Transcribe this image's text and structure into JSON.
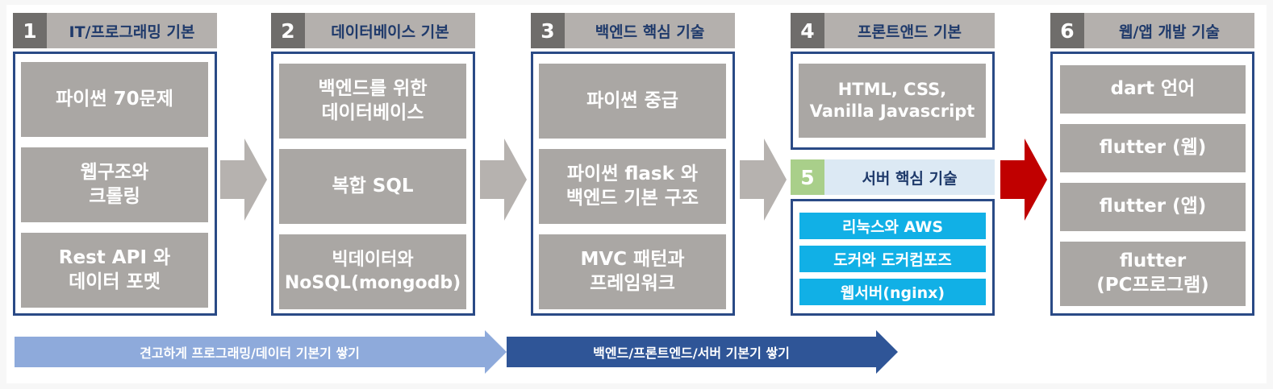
{
  "stages": [
    {
      "num": "1",
      "title": "IT/프로그래밍 기본",
      "cards": [
        "파이썬 70문제",
        "웹구조와\n크롤링",
        "Rest API 와\n데이터 포멧"
      ]
    },
    {
      "num": "2",
      "title": "데이터베이스 기본",
      "cards": [
        "백엔드를 위한\n데이터베이스",
        "복합 SQL",
        "빅데이터와\nNoSQL(mongodb)"
      ]
    },
    {
      "num": "3",
      "title": "백엔드 핵심 기술",
      "cards": [
        "파이썬 중급",
        "파이썬 flask 와\n백엔드 기본 구조",
        "MVC 패턴과\n프레임워크"
      ]
    },
    {
      "num": "4",
      "title": "프론트앤드 기본",
      "cards": [
        "HTML, CSS,\nVanilla Javascript"
      ]
    },
    {
      "num": "5",
      "title": "서버 핵심 기술",
      "items": [
        "리눅스와 AWS",
        "도커와 도커컴포즈",
        "웹서버(nginx)"
      ]
    },
    {
      "num": "6",
      "title": "웹/앱 개발 기술",
      "cards": [
        "dart 언어",
        "flutter (웹)",
        "flutter (앱)",
        "flutter\n(PC프로그램)"
      ]
    }
  ],
  "bands": [
    "견고하게 프로그래밍/데이터 기본기 쌓기",
    "백엔드/프론트엔드/서버 기본기 쌓기"
  ],
  "colors": {
    "header_num": "#6f6d6b",
    "header_title": "#b4b0ad",
    "card": "#aaa7a4",
    "border": "#2a4a86",
    "pill": "#11b0e6",
    "arrow_gray": "#b6b2af",
    "arrow_red": "#c00000",
    "band_light": "#8eaadb",
    "band_dark": "#2f5597"
  }
}
